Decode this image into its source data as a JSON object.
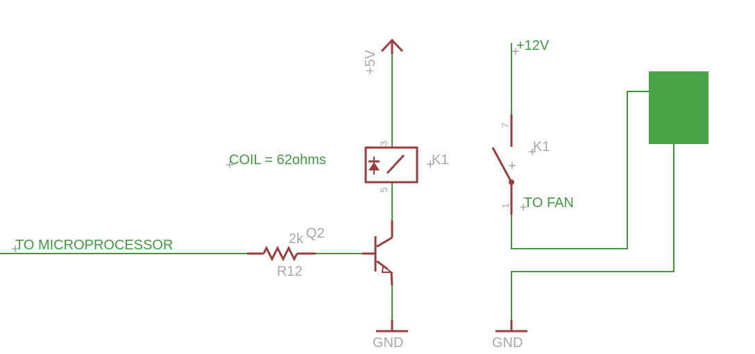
{
  "labels": {
    "to_microprocessor": "TO MICROPROCESSOR",
    "coil_note": "COIL = 62ohms",
    "to_fan": "TO FAN",
    "supply_5v": "+5V",
    "supply_12v": "+12V",
    "gnd_left": "GND",
    "gnd_right": "GND"
  },
  "resistor": {
    "name": "R12",
    "value": "2k"
  },
  "transistor": {
    "name": "Q2"
  },
  "relay_coil": {
    "name": "K1",
    "pin_top": "3",
    "pin_bottom": "5"
  },
  "relay_switch": {
    "name": "K1",
    "pin_top": "7",
    "pin_bottom": "1"
  },
  "colors": {
    "wire": "#3f9a3f",
    "component": "#9b3c3c",
    "fan_block": "#47a447",
    "text_gray": "#a8a8a8"
  }
}
